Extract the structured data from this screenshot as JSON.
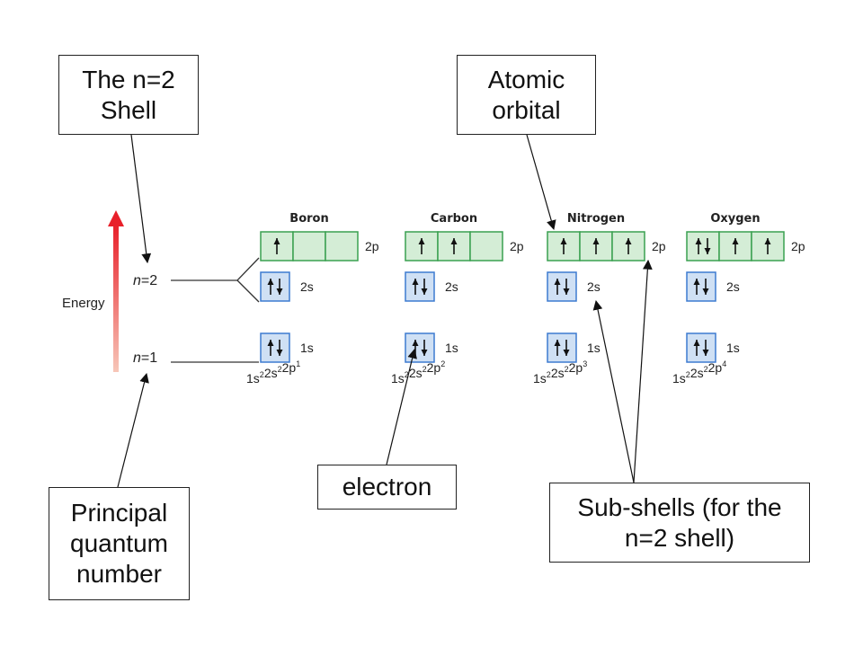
{
  "energy_label": "Energy",
  "shells": [
    {
      "n": "n",
      "eq": "=",
      "num": "2"
    },
    {
      "n": "n",
      "eq": "=",
      "num": "1"
    }
  ],
  "colors": {
    "p_fill": "#d4edd6",
    "p_stroke": "#3aa050",
    "s_fill": "#cfe0f4",
    "s_stroke": "#3d7bd0",
    "arrow_top": "#e8202a",
    "arrow_bottom": "#f7c6b8"
  },
  "elements": [
    {
      "name": "Boron",
      "p": [
        "up",
        "",
        ""
      ],
      "s2": "pair",
      "s1": "pair",
      "config": [
        [
          "1s",
          "2"
        ],
        [
          "2s",
          "2"
        ],
        [
          "2p",
          "1"
        ]
      ]
    },
    {
      "name": "Carbon",
      "p": [
        "up",
        "up",
        ""
      ],
      "s2": "pair",
      "s1": "pair",
      "config": [
        [
          "1s",
          "2"
        ],
        [
          "2s",
          "2"
        ],
        [
          "2p",
          "2"
        ]
      ]
    },
    {
      "name": "Nitrogen",
      "p": [
        "up",
        "up",
        "up"
      ],
      "s2": "pair",
      "s1": "pair",
      "config": [
        [
          "1s",
          "2"
        ],
        [
          "2s",
          "2"
        ],
        [
          "2p",
          "3"
        ]
      ]
    },
    {
      "name": "Oxygen",
      "p": [
        "pair",
        "up",
        "up"
      ],
      "s2": "pair",
      "s1": "pair",
      "config": [
        [
          "1s",
          "2"
        ],
        [
          "2s",
          "2"
        ],
        [
          "2p",
          "4"
        ]
      ]
    }
  ],
  "orbital_labels": {
    "p": "2p",
    "s2": "2s",
    "s1": "1s"
  },
  "callouts": {
    "n2_shell": "The n=2\nShell",
    "atomic_orbital": "Atomic\norbital",
    "principal": "Principal\nquantum\nnumber",
    "electron": "electron",
    "subshells": "Sub-shells (for the\nn=2 shell)"
  }
}
